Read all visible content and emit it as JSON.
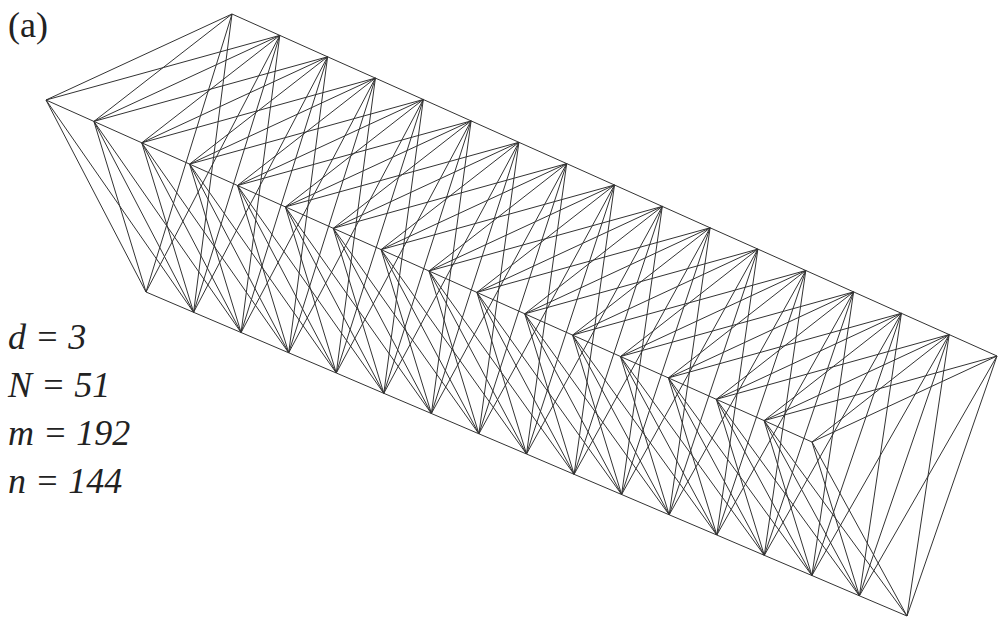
{
  "diagram": {
    "labels": [
      "(a)",
      "d = 3",
      "N = 51",
      "m = 192",
      "n = 144"
    ]
  }
}
